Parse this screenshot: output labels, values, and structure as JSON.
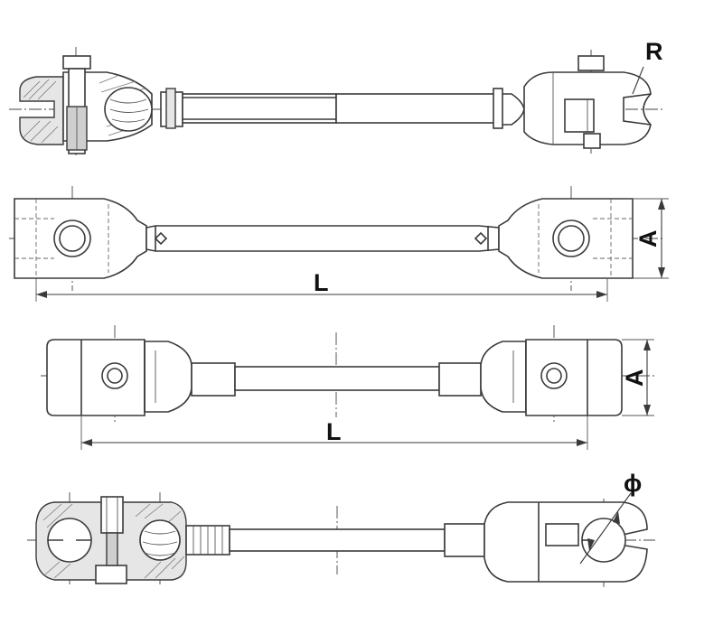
{
  "labels": {
    "radius": "R",
    "length_view2": "L",
    "width_view2": "A",
    "length_view3": "L",
    "width_view3": "A",
    "diameter": "ϕ"
  },
  "colors": {
    "line": "#3a3a3a",
    "fill": "#ffffff",
    "section_fill": "#e6e6e6"
  }
}
